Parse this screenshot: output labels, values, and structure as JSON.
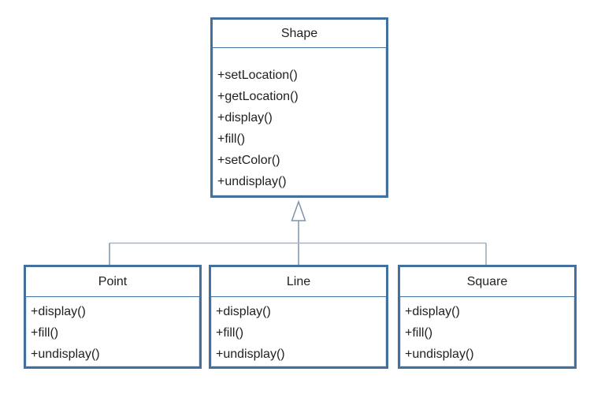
{
  "diagram": {
    "type": "uml-class-diagram",
    "classes": [
      {
        "name": "Shape",
        "methods": [
          "+setLocation()",
          "+getLocation()",
          "+display()",
          "+fill()",
          "+setColor()",
          "+undisplay()"
        ]
      },
      {
        "name": "Point",
        "methods": [
          "+display()",
          "+fill()",
          "+undisplay()"
        ]
      },
      {
        "name": "Line",
        "methods": [
          "+display()",
          "+fill()",
          "+undisplay()"
        ]
      },
      {
        "name": "Square",
        "methods": [
          "+display()",
          "+fill()",
          "+undisplay()"
        ]
      }
    ],
    "relationships": [
      {
        "type": "generalization",
        "parent": "Shape",
        "children": [
          "Point",
          "Line",
          "Square"
        ]
      }
    ],
    "colors": {
      "background": "#ffffff",
      "box_border": "#41719C",
      "title_separator": "#41719C",
      "text": "#1f1f1f",
      "connector_vertical": "#7E92AC",
      "connector_horizontal": "#A9B3C1",
      "triangle_outline": "#7E92AC",
      "triangle_fill": "#ffffff"
    }
  }
}
